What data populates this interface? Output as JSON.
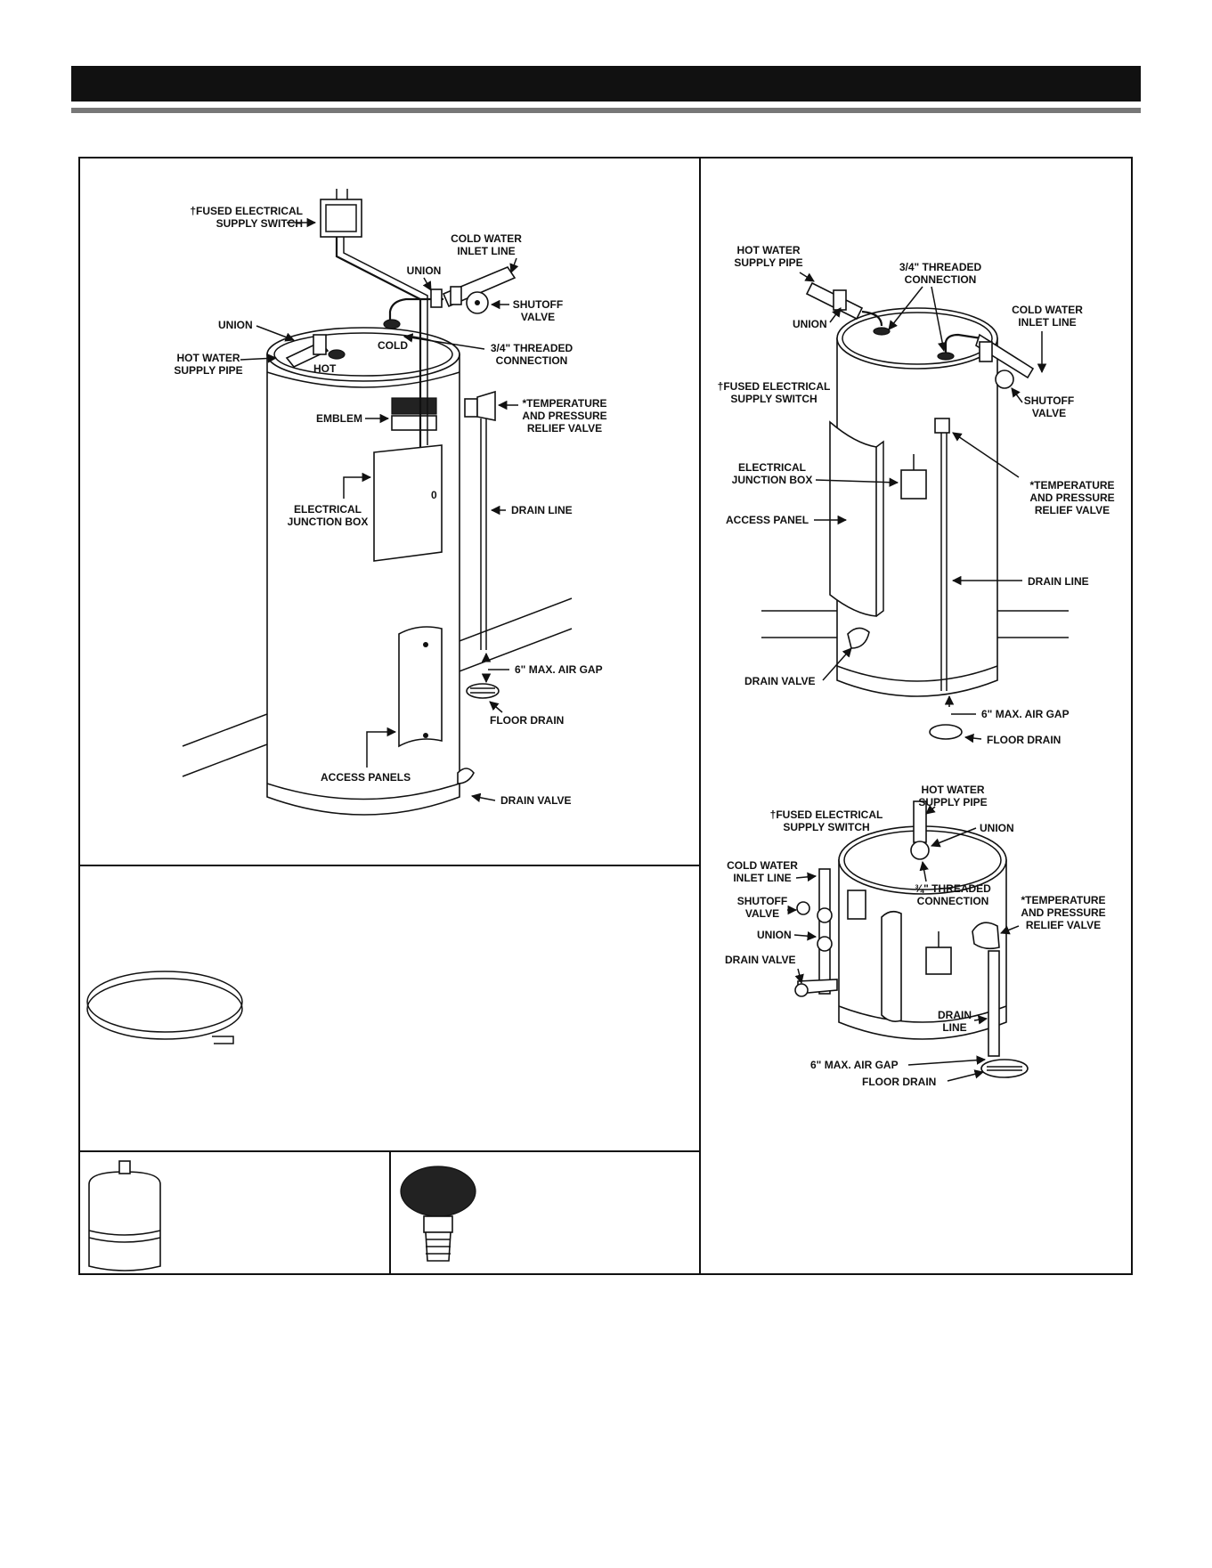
{
  "fig1": {
    "fused_switch": [
      "†FUSED ELECTRICAL",
      "SUPPLY SWITCH"
    ],
    "cold_inlet": [
      "COLD WATER",
      "INLET LINE"
    ],
    "union_top": "UNION",
    "shutoff": [
      "SHUTOFF",
      "VALVE"
    ],
    "union_left": "UNION",
    "hot_supply": [
      "HOT WATER",
      "SUPPLY PIPE"
    ],
    "cold_mark": "COLD",
    "hot_mark": "HOT",
    "threaded": [
      "3/4\" THREADED",
      "CONNECTION"
    ],
    "tp_valve": [
      "*TEMPERATURE",
      "AND PRESSURE",
      "RELIEF VALVE"
    ],
    "emblem": "EMBLEM",
    "junction": [
      "ELECTRICAL",
      "JUNCTION BOX"
    ],
    "switch_mark": "0",
    "drain_line": "DRAIN LINE",
    "air_gap": "6\" MAX. AIR GAP",
    "floor_drain": "FLOOR DRAIN",
    "access_panels": "ACCESS PANELS",
    "drain_valve": "DRAIN VALVE"
  },
  "fig2": {
    "hot_supply": [
      "HOT WATER",
      "SUPPLY PIPE"
    ],
    "threaded": [
      "3/4\" THREADED",
      "CONNECTION"
    ],
    "cold_inlet": [
      "COLD WATER",
      "INLET LINE"
    ],
    "union": "UNION",
    "fused_switch": [
      "†FUSED ELECTRICAL",
      "SUPPLY SWITCH"
    ],
    "shutoff": [
      "SHUTOFF",
      "VALVE"
    ],
    "junction": [
      "ELECTRICAL",
      "JUNCTION BOX"
    ],
    "tp_valve": [
      "*TEMPERATURE",
      "AND PRESSURE",
      "RELIEF VALVE"
    ],
    "access_panel": "ACCESS PANEL",
    "drain_line": "DRAIN LINE",
    "drain_valve": "DRAIN VALVE",
    "air_gap": "6\" MAX. AIR GAP",
    "floor_drain": "FLOOR DRAIN"
  },
  "fig3": {
    "hot_supply": [
      "HOT  WATER",
      "SUPPLY PIPE"
    ],
    "fused_switch": [
      "†FUSED ELECTRICAL",
      "SUPPLY SWITCH"
    ],
    "union_top": "UNION",
    "cold_inlet": [
      "COLD WATER",
      "INLET LINE"
    ],
    "threaded": [
      "¾\" THREADED",
      "CONNECTION"
    ],
    "tp_valve": [
      "*TEMPERATURE",
      "AND PRESSURE",
      "RELIEF VALVE"
    ],
    "shutoff": [
      "SHUTOFF",
      "VALVE"
    ],
    "union": "UNION",
    "drain_valve": "DRAIN VALVE",
    "drain_line": [
      "DRAIN",
      "LINE"
    ],
    "air_gap": "6\" MAX. AIR GAP",
    "floor_drain": "FLOOR DRAIN"
  }
}
